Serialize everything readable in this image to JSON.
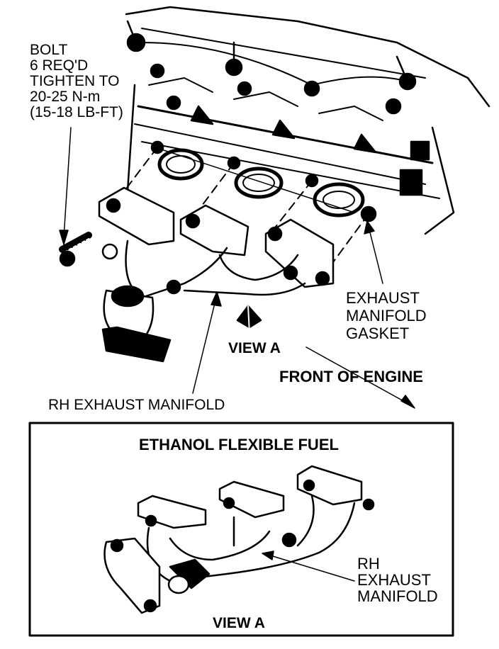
{
  "labels": {
    "bolt": [
      "BOLT",
      "6 REQ'D",
      "TIGHTEN TO",
      "20-25 N-m",
      "(15-18 LB-FT)"
    ],
    "gasket": [
      "EXHAUST",
      "MANIFOLD",
      "GASKET"
    ],
    "view_a_top": "VIEW A",
    "front_of_engine": "FRONT OF ENGINE",
    "rh_exhaust_manifold_top": "RH EXHAUST MANIFOLD",
    "inset_title": "ETHANOL FLEXIBLE FUEL",
    "rh_exhaust_manifold_inset": [
      "RH",
      "EXHAUST",
      "MANIFOLD"
    ],
    "view_a_bottom": "VIEW A"
  },
  "colors": {
    "ink": "#000000",
    "paper": "#ffffff"
  }
}
